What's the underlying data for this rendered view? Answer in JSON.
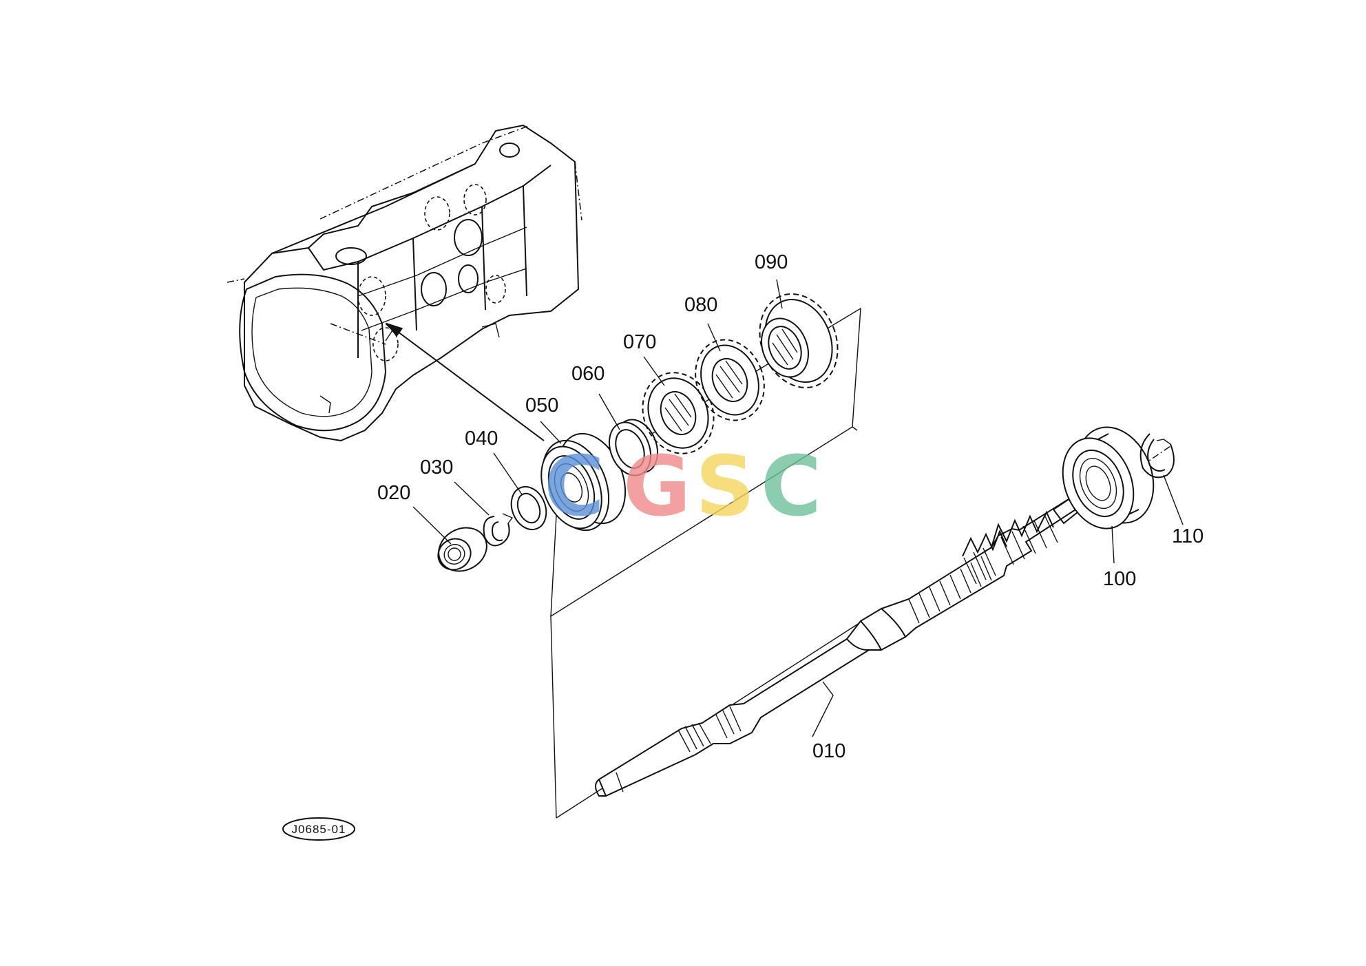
{
  "diagram_code": "J0685-01",
  "parts": [
    {
      "id": "010",
      "label": "010"
    },
    {
      "id": "020",
      "label": "020"
    },
    {
      "id": "030",
      "label": "030"
    },
    {
      "id": "040",
      "label": "040"
    },
    {
      "id": "050",
      "label": "050"
    },
    {
      "id": "060",
      "label": "060"
    },
    {
      "id": "070",
      "label": "070"
    },
    {
      "id": "080",
      "label": "080"
    },
    {
      "id": "090",
      "label": "090"
    },
    {
      "id": "100",
      "label": "100"
    },
    {
      "id": "110",
      "label": "110"
    }
  ],
  "watermark": {
    "letters": [
      {
        "char": "C",
        "color": "#5b8fd6"
      },
      {
        "char": "G",
        "color": "#f08a8a"
      },
      {
        "char": "S",
        "color": "#f5d55e"
      },
      {
        "char": "C",
        "color": "#6fc19a"
      }
    ]
  }
}
